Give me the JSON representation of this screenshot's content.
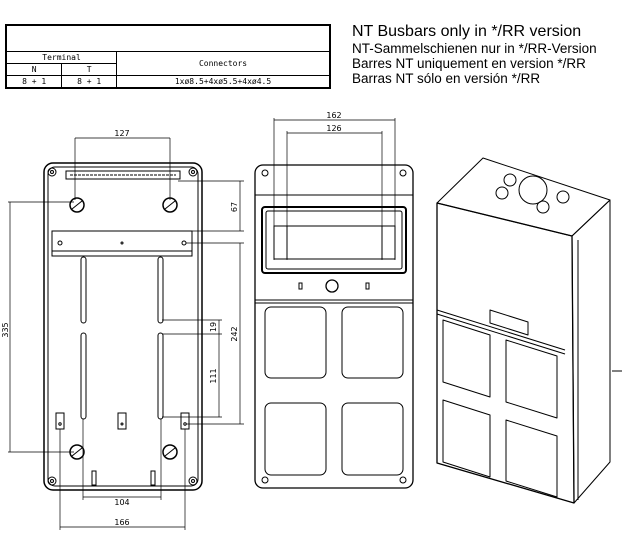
{
  "spec_table": {
    "terminal_header": "Terminal",
    "connectors_header": "Connectors",
    "n_header": "N",
    "t_header": "T",
    "n_value": "8 + 1",
    "t_value": "8 + 1",
    "connectors_value": "1xø8.5+4xø5.5+4xø4.5"
  },
  "notes": [
    "NT Busbars only in */RR version",
    "NT-Sammelschienen nur in */RR-Version",
    "Barres NT uniquement en version */RR",
    "Barras NT sólo en versión */RR"
  ],
  "rear_view_dimensions": {
    "top_width": "127",
    "rail_offset": "67",
    "height_total": "335",
    "height_rail_to_bottom": "242",
    "slot_gap": "19",
    "slot_length": "111",
    "slot_spacing": "104",
    "bottom_width": "166"
  },
  "front_view_dimensions": {
    "outer_width": "162",
    "inner_width": "126"
  }
}
